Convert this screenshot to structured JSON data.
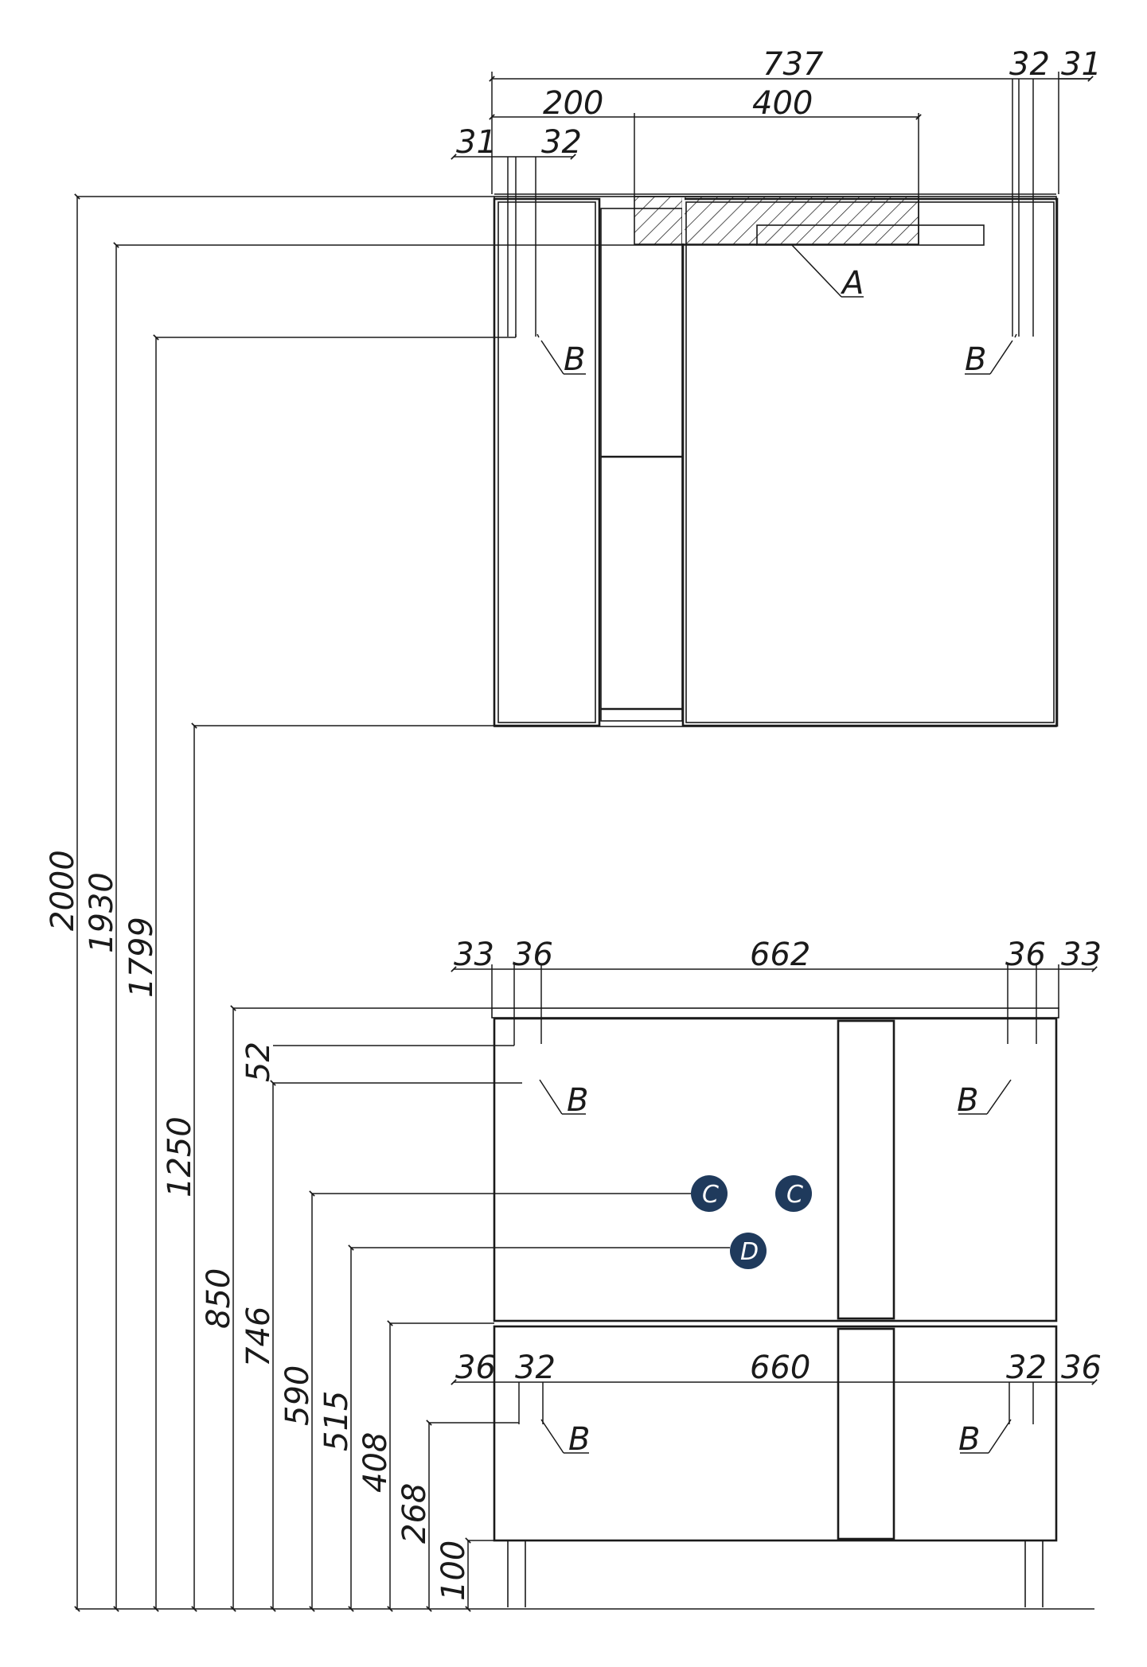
{
  "accent_color": "#1f3a5c",
  "upper_widths": {
    "overall": "737",
    "left_panel": "200",
    "niche": "400",
    "right_edge_1": "32",
    "right_edge_2": "31",
    "left_edge_1": "31",
    "left_edge_2": "32"
  },
  "heights": {
    "h2000": "2000",
    "h1930": "1930",
    "h1799": "1799",
    "h1250": "1250",
    "h850": "850",
    "h746": "746",
    "h590": "590",
    "h515": "515",
    "h408": "408",
    "h268": "268",
    "h100": "100",
    "h52": "52"
  },
  "lower_top_widths": {
    "left_edge_1": "33",
    "left_edge_2": "36",
    "span": "662",
    "right_edge_1": "36",
    "right_edge_2": "33"
  },
  "lower_bottom_widths": {
    "left_edge_1": "36",
    "left_edge_2": "32",
    "span": "660",
    "right_edge_1": "32",
    "right_edge_2": "36"
  },
  "markers": {
    "a": "A",
    "b": "B",
    "c": "C",
    "d": "D"
  }
}
